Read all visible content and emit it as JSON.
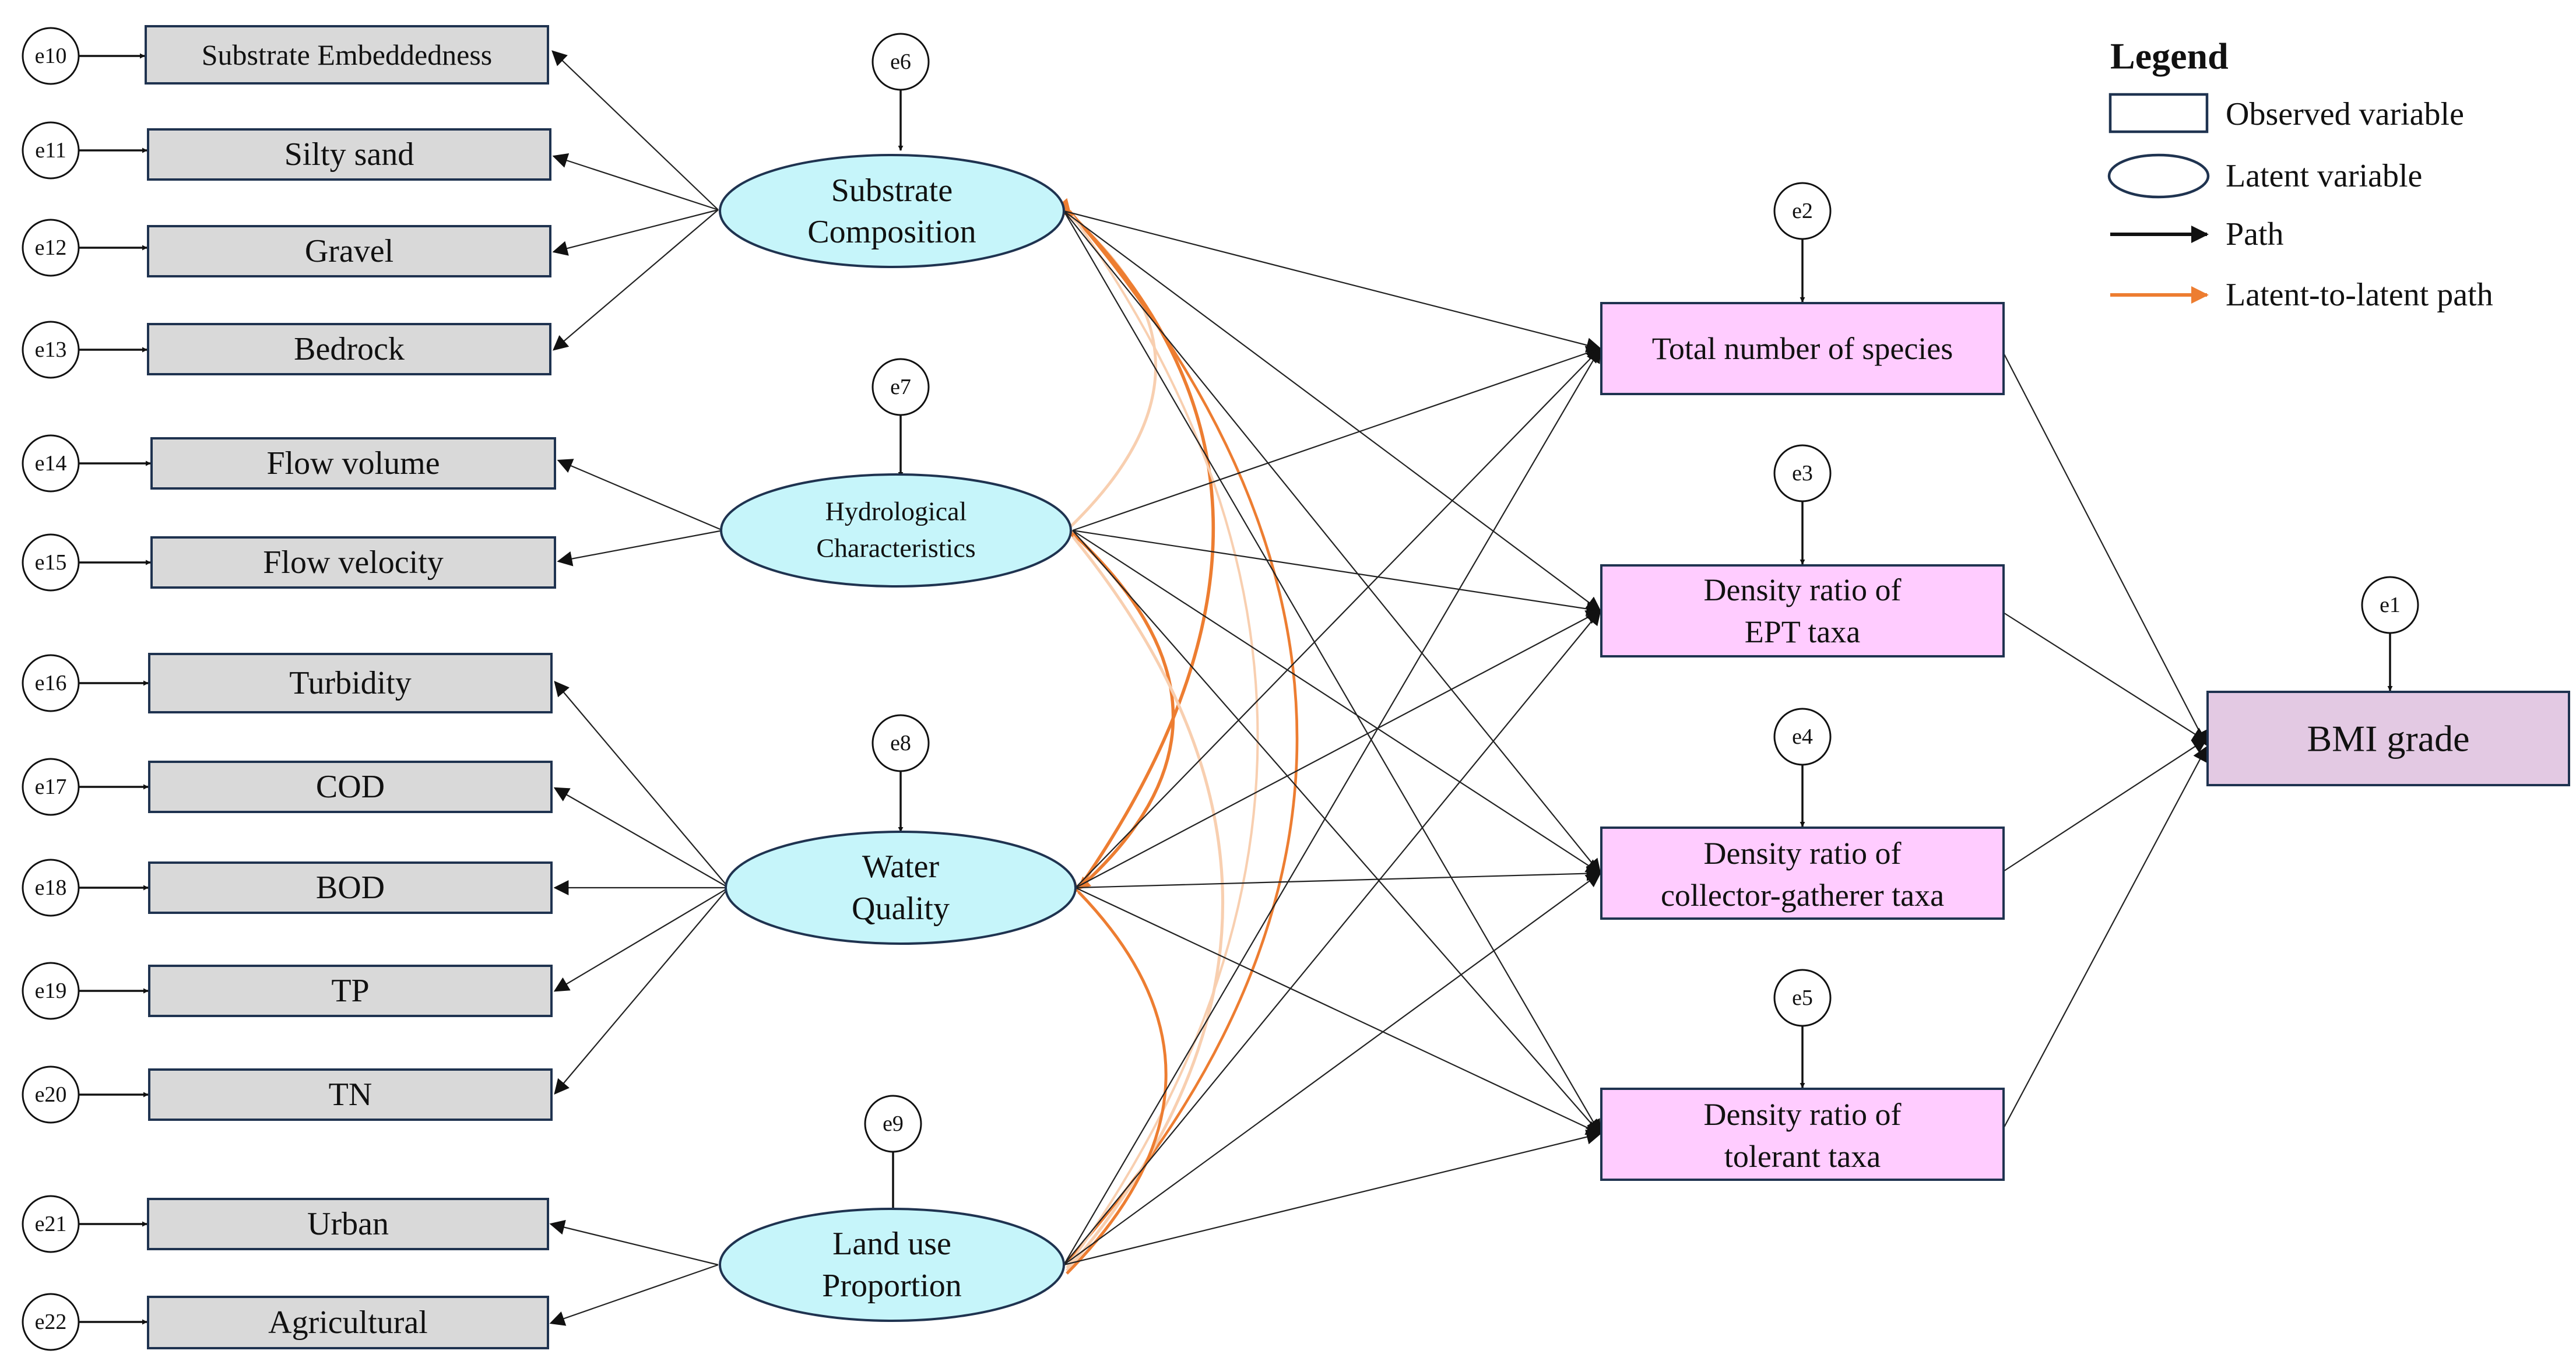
{
  "legend": {
    "title": "Legend",
    "observed": "Observed variable",
    "latent": "Latent variable",
    "path": "Path",
    "latent_path": "Latent-to-latent path"
  },
  "colors": {
    "observed_fill": "#d9d9d9",
    "latent_fill": "#c6f5fa",
    "indicator_fill": "#ffccff",
    "outcome_fill": "#e3c9e3",
    "border": "#1f3350",
    "latent_path": "#ed7d31",
    "latent_path_light": "#f8cfb0"
  },
  "errors": {
    "e1": "e1",
    "e2": "e2",
    "e3": "e3",
    "e4": "e4",
    "e5": "e5",
    "e6": "e6",
    "e7": "e7",
    "e8": "e8",
    "e9": "e9",
    "e10": "e10",
    "e11": "e11",
    "e12": "e12",
    "e13": "e13",
    "e14": "e14",
    "e15": "e15",
    "e16": "e16",
    "e17": "e17",
    "e18": "e18",
    "e19": "e19",
    "e20": "e20",
    "e21": "e21",
    "e22": "e22"
  },
  "observed": {
    "substrate_embeddedness": "Substrate Embeddedness",
    "silty_sand": "Silty sand",
    "gravel": "Gravel",
    "bedrock": "Bedrock",
    "flow_volume": "Flow volume",
    "flow_velocity": "Flow velocity",
    "turbidity": "Turbidity",
    "cod": "COD",
    "bod": "BOD",
    "tp": "TP",
    "tn": "TN",
    "urban": "Urban",
    "agricultural": "Agricultural"
  },
  "latent": {
    "substrate_line1": "Substrate",
    "substrate_line2": "Composition",
    "hydro_line1": "Hydrological",
    "hydro_line2": "Characteristics",
    "water_line1": "Water",
    "water_line2": "Quality",
    "landuse_line1": "Land use",
    "landuse_line2": "Proportion"
  },
  "indicators": {
    "total_species": "Total number of species",
    "ept_line1": "Density ratio of",
    "ept_line2": "EPT taxa",
    "collector_line1": "Density ratio of",
    "collector_line2": "collector-gatherer taxa",
    "tolerant_line1": "Density ratio of",
    "tolerant_line2": "tolerant taxa"
  },
  "outcome": {
    "bmi": "BMI grade"
  }
}
